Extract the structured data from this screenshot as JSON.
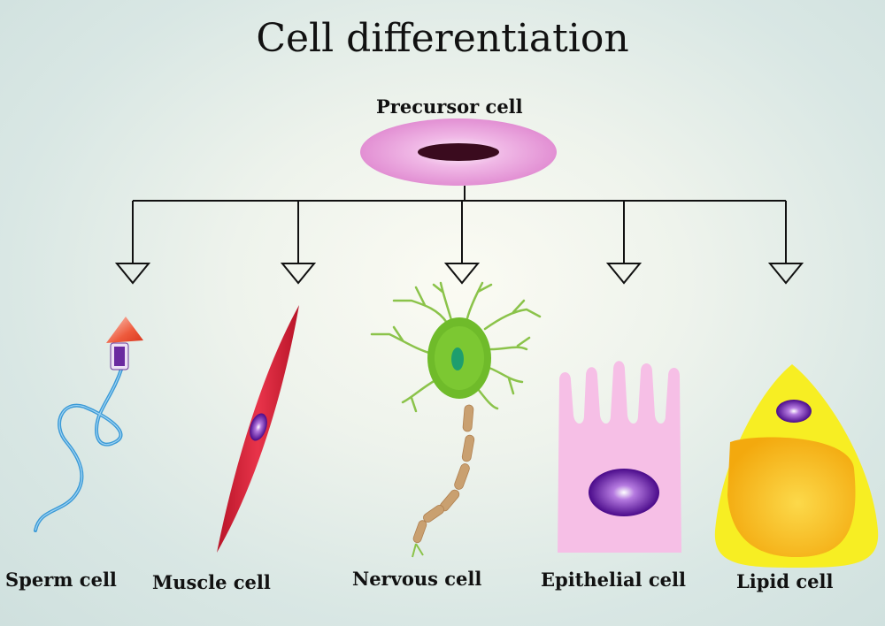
{
  "title": "Cell differentiation",
  "precursor_label": "Precursor cell",
  "cells": [
    {
      "id": "sperm",
      "label": "Sperm cell"
    },
    {
      "id": "muscle",
      "label": "Muscle cell"
    },
    {
      "id": "nervous",
      "label": "Nervous cell"
    },
    {
      "id": "epithelial",
      "label": "Epithelial cell"
    },
    {
      "id": "lipid",
      "label": "Lipid cell"
    }
  ],
  "stock_id": "160879482",
  "colors": {
    "precursor": "#e9a3dc",
    "nucleus_dark": "#3a0b1e",
    "muscle": "#d81d35",
    "neuron": "#6fbb2a",
    "axon": "#c9a070",
    "epithelial": "#f6bfe6",
    "lipid_outer": "#f7ee23",
    "lipid_inner": "#f7bc16",
    "nucleus_purple": "#5a0a96",
    "sperm_tail": "#3b9ad6",
    "sperm_head": "#f0553a"
  }
}
